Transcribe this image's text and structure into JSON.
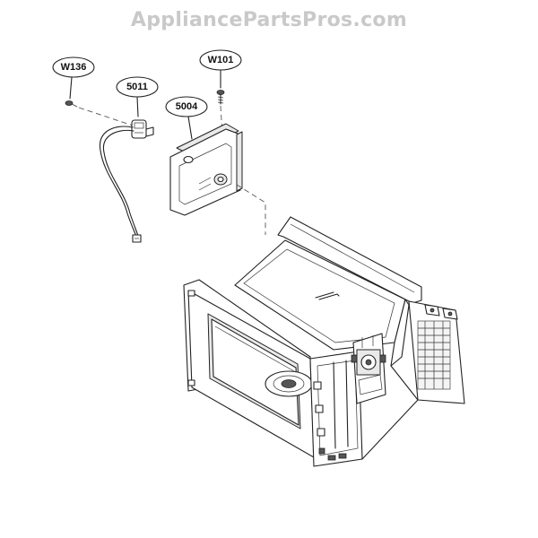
{
  "watermark": "AppliancePartsPros.com",
  "callouts": [
    {
      "id": "w136",
      "label": "W136"
    },
    {
      "id": "5011",
      "label": "5011"
    },
    {
      "id": "5004",
      "label": "5004"
    },
    {
      "id": "w101",
      "label": "W101"
    }
  ]
}
